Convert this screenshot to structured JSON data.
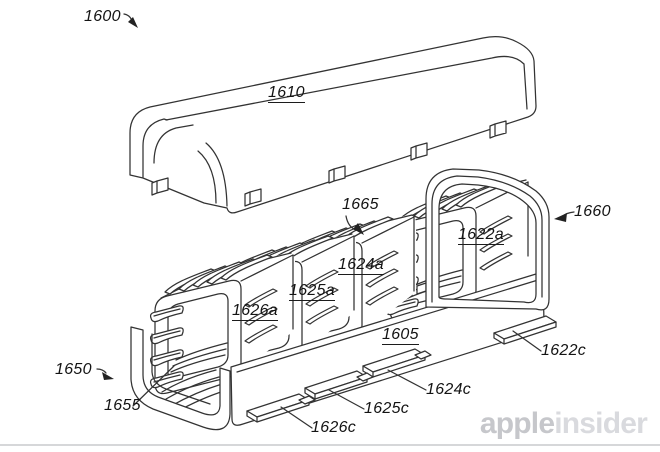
{
  "figure": {
    "labels": [
      {
        "id": "assembly",
        "text": "1600"
      },
      {
        "id": "cover",
        "text": "1610"
      },
      {
        "id": "gap",
        "text": "1665"
      },
      {
        "id": "band-right",
        "text": "1660"
      },
      {
        "id": "module-a1",
        "text": "1622a"
      },
      {
        "id": "module-a2",
        "text": "1624a"
      },
      {
        "id": "module-a3",
        "text": "1625a"
      },
      {
        "id": "module-a4",
        "text": "1626a"
      },
      {
        "id": "base",
        "text": "1605"
      },
      {
        "id": "tab-c1",
        "text": "1622c"
      },
      {
        "id": "tab-c2",
        "text": "1624c"
      },
      {
        "id": "tab-c3",
        "text": "1625c"
      },
      {
        "id": "tab-c4",
        "text": "1626c"
      },
      {
        "id": "band-left",
        "text": "1650"
      },
      {
        "id": "coil",
        "text": "1655"
      }
    ]
  },
  "watermark": {
    "part1": "apple",
    "part2": "insider"
  },
  "colors": {
    "line": "#333333",
    "watermark_dark": "#c6c7cb",
    "watermark_light": "#d9dade"
  }
}
